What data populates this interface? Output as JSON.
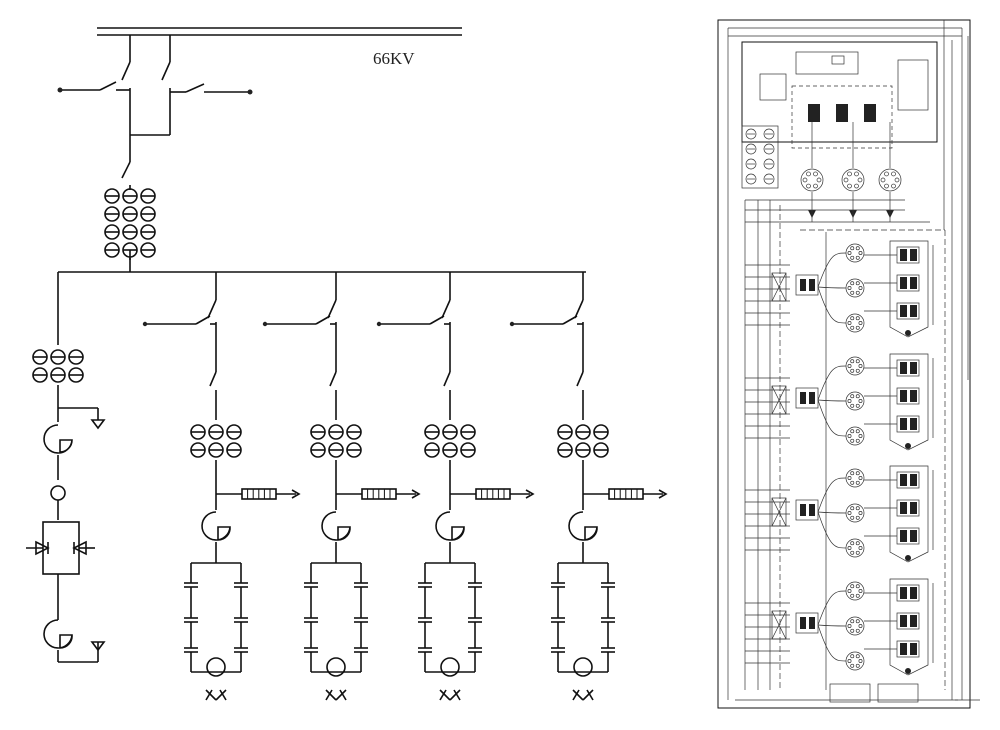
{
  "diagram": {
    "bus_voltage_label": "66KV",
    "branch_count": 4,
    "plan_bay_count": 4
  },
  "colors": {
    "line": "#111111",
    "background": "#ffffff",
    "plan_line": "#333333"
  },
  "icons": [
    "disconnector-switch-icon",
    "transformer-coil-icon",
    "reactor-icon",
    "capacitor-icon",
    "thyristor-icon",
    "ground-symbol-icon"
  ]
}
